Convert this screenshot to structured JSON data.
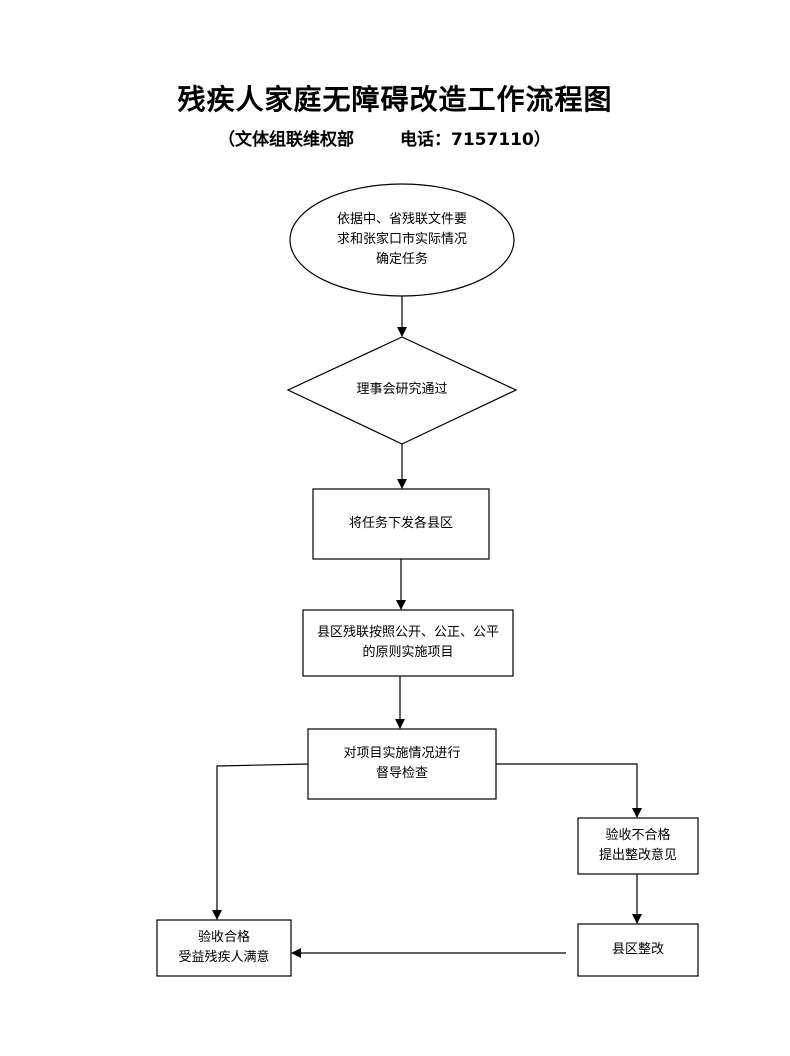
{
  "header": {
    "title": "残疾人家庭无障碍改造工作流程图",
    "subtitle_left": "（文体组联维权部",
    "subtitle_right": "电话：7157110）"
  },
  "flow": {
    "start": "依据中、省残联文件要\n求和张家口市实际情况\n确定任务",
    "decision": "理事会研究通过",
    "assign": "将任务下发各县区",
    "implement": "县区残联按照公开、公正、公平\n的原则实施项目",
    "supervise": "对项目实施情况进行\n督导检查",
    "fail": "验收不合格\n提出整改意见",
    "rectify": "县区整改",
    "pass": "验收合格\n受益残疾人满意"
  },
  "colors": {
    "stroke": "#000000",
    "background": "#ffffff"
  }
}
